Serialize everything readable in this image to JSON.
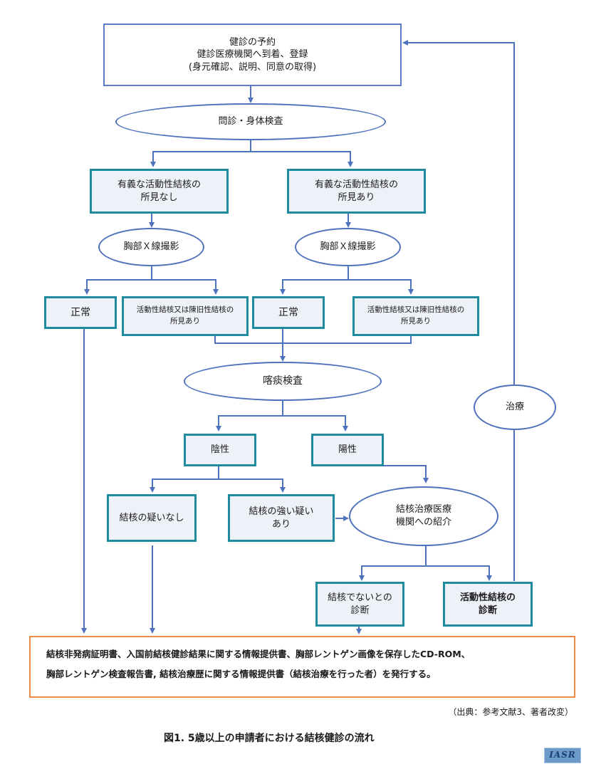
{
  "nodes": {
    "reservation": [
      "健診の予約",
      "健診医療機関へ到着、登録",
      "(身元確認、説明、同意の取得)"
    ],
    "interview": "問診・身体検査",
    "no_active_tb": [
      "有義な活動性結核の",
      "所見なし"
    ],
    "active_tb": [
      "有義な活動性結核の",
      "所見あり"
    ],
    "xray_left": "胸部Ｘ線撮影",
    "xray_right": "胸部Ｘ線撮影",
    "normal_left": "正常",
    "finding_left": [
      "活動性結核又は陳旧性結核の",
      "所見あり"
    ],
    "normal_right": "正常",
    "finding_right": [
      "活動性結核又は陳旧性結核の",
      "所見あり"
    ],
    "sputum": "喀痰検査",
    "negative": "陰性",
    "positive": "陽性",
    "no_suspicion": "結核の疑いなし",
    "strong_suspicion": [
      "結核の強い疑い",
      "あり"
    ],
    "referral": [
      "結核治療医療",
      "機関への紹介"
    ],
    "not_tb": [
      "結核でないとの",
      "診断"
    ],
    "active_tb_diagnosis": [
      "活動性結核の",
      "診断"
    ],
    "treatment": "治療"
  },
  "final": {
    "line1": "結核非発病証明書、入国前結核健診結果に関する情報提供書、胸部レントゲン画像を保存したCD-ROM、",
    "line2": "胸部レントゲン検査報告書, 結核治療歴に関する情報提供書（結核治療を行った者）を発行する。"
  },
  "source": "（出典：参考文献3、著者改変）",
  "caption": "図1. 5歳以上の申請者における結核健診の流れ",
  "logo": "IASR",
  "colors": {
    "connector": "#4f72bd",
    "teal_border": "#1e8c9e",
    "box_fill": "#eef1f8",
    "final_border": "#ec8b45"
  }
}
